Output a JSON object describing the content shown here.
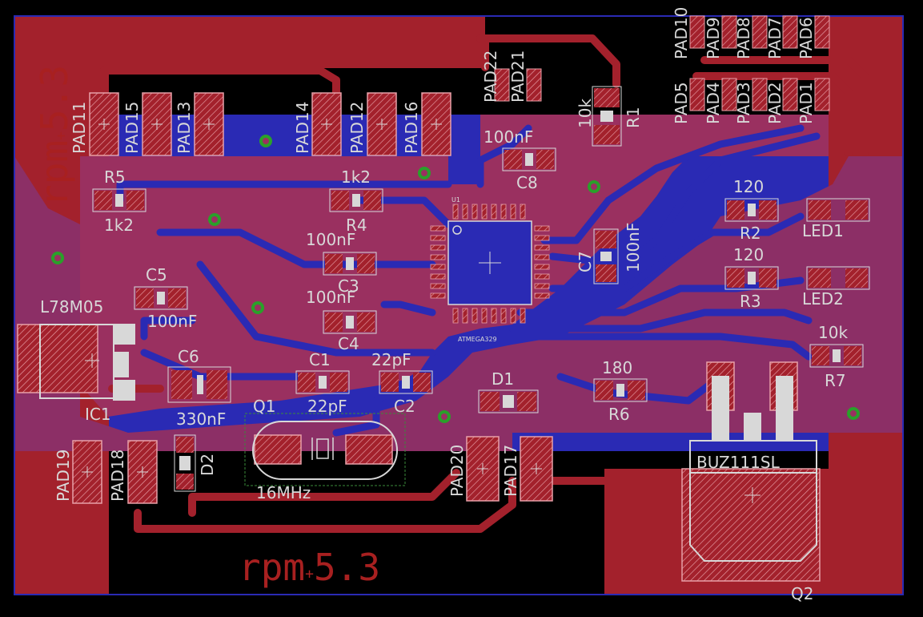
{
  "board": {
    "version_text": "rpm",
    "version_number": "5.3",
    "colors": {
      "background": "#000000",
      "top_copper": "#a3212c",
      "bottom_copper": "#2a2ab4",
      "overlap": "#9a3060",
      "silkscreen": "#d8d8d8",
      "via_ring": "#2aa02a",
      "outline": "#cfcfcf"
    }
  },
  "labels": {
    "pad11": "PAD11",
    "pad15": "PAD15",
    "pad13": "PAD13",
    "pad14": "PAD14",
    "pad12": "PAD12",
    "pad16": "PAD16",
    "pad22": "PAD22",
    "pad21": "PAD21",
    "pad10": "PAD10",
    "pad9": "PAD9",
    "pad8": "PAD8",
    "pad7": "PAD7",
    "pad6": "PAD6",
    "pad5": "PAD5",
    "pad4": "PAD4",
    "pad3": "PAD3",
    "pad2": "PAD2",
    "pad1": "PAD1",
    "pad19": "PAD19",
    "pad18": "PAD18",
    "pad20": "PAD20",
    "pad17": "PAD17",
    "r5": "R5",
    "r5_val": "1k2",
    "r4": "R4",
    "r4_val": "1k2",
    "r1": "R1",
    "r1_val": "10k",
    "r2": "R2",
    "r2_val": "120",
    "r3": "R3",
    "r3_val": "120",
    "r7": "R7",
    "r7_val": "10k",
    "r6": "R6",
    "r6_val": "180",
    "c8": "C8",
    "c8_val": "100nF",
    "c7": "C7",
    "c7_val": "100nF",
    "c3": "C3",
    "c3_val": "100nF",
    "c4": "C4",
    "c4_val": "100nF",
    "c5": "C5",
    "c5_val": "100nF",
    "c6": "C6",
    "c6_val": "330nF",
    "c1": "C1",
    "c1_val": "22pF",
    "c2": "C2",
    "c2_val": "22pF",
    "d1": "D1",
    "d2": "D2",
    "led1": "LED1",
    "led2": "LED2",
    "ic1": "IC1",
    "ic1_val": "L78M05",
    "q1": "Q1",
    "q1_val": "16MHz",
    "q2": "Q2",
    "q2_val": "BUZ111SL",
    "u1": "U1",
    "u1_val": "ATMEGA329"
  }
}
